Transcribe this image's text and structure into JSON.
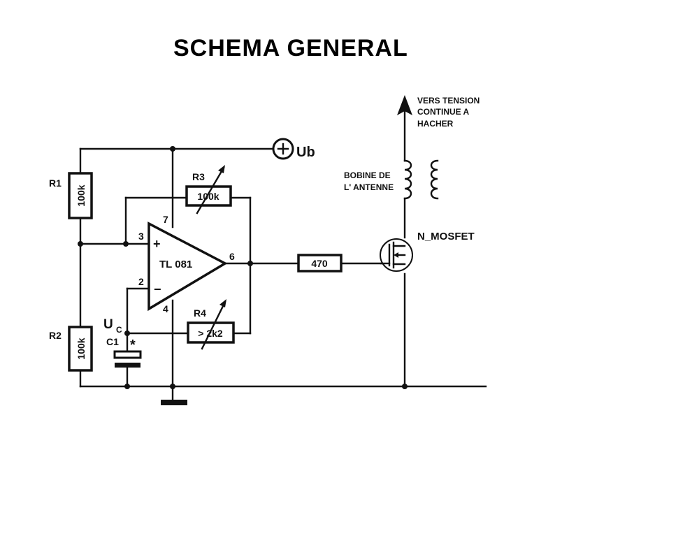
{
  "title": "SCHEMA GENERAL",
  "labels": {
    "ub": "Ub",
    "r1": "R1",
    "r1_value": "100k",
    "r2": "R2",
    "r2_value": "100k",
    "r3": "R3",
    "r3_value": "100k",
    "r4": "R4",
    "r4_value": "> 2k2",
    "opamp": "TL 081",
    "pin_plus": "+",
    "pin_minus": "−",
    "pin3": "3",
    "pin2": "2",
    "pin7": "7",
    "pin4": "4",
    "pin6": "6",
    "uc": "U",
    "uc_sub": "C",
    "c1": "C1",
    "c1_star": "*",
    "r_gate": "470",
    "mosfet": "N_MOSFET",
    "coil_label": [
      "BOBINE DE",
      "L' ANTENNE"
    ],
    "supply_label": [
      "VERS TENSION",
      "CONTINUE A",
      "HACHER"
    ]
  },
  "colors": {
    "ink": "#111111",
    "background": "#ffffff"
  }
}
